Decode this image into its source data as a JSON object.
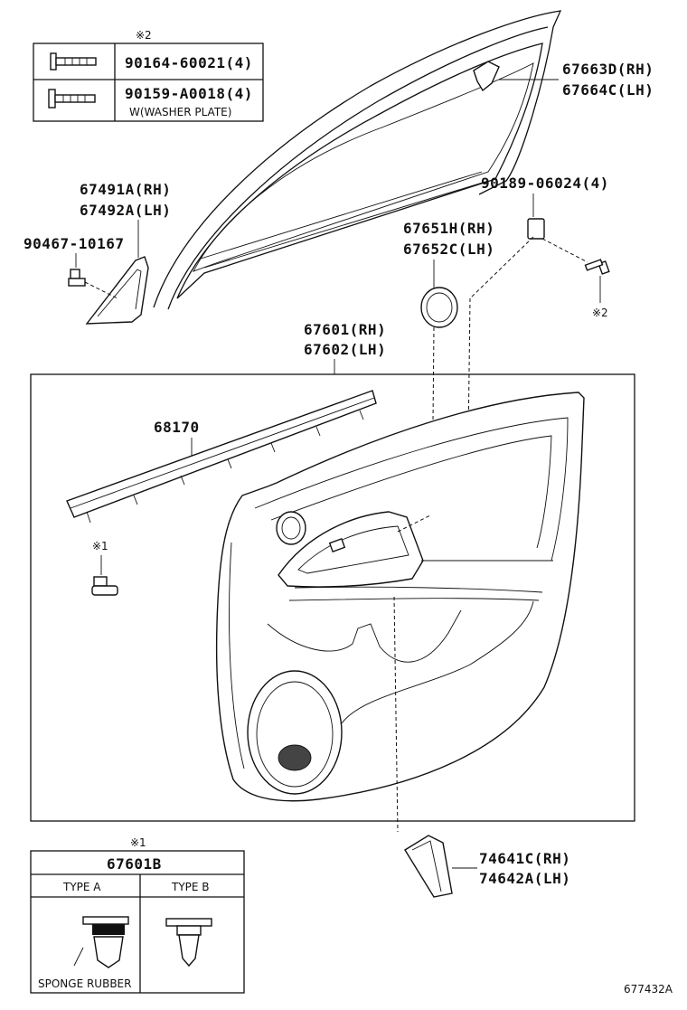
{
  "fastener_table": {
    "note_mark": "※2",
    "rows": [
      {
        "part": "90164-60021(4)",
        "note": ""
      },
      {
        "part": "90159-A0018(4)",
        "note": "W(WASHER PLATE)"
      }
    ]
  },
  "callouts": {
    "glass_run_rh": "67663D(RH)",
    "glass_run_lh": "67664C(LH)",
    "cover_rh": "67491A(RH)",
    "cover_lh": "67492A(LH)",
    "clip_90467": "90467-10167",
    "nut_90189": "90189-06024(4)",
    "speaker_rh": "67651H(RH)",
    "speaker_lh": "67652C(LH)",
    "screw_mark": "※2",
    "panel_rh": "67601(RH)",
    "panel_lh": "67602(LH)",
    "weatherstrip": "68170",
    "clip_mark": "※1",
    "lower_rh": "74641C(RH)",
    "lower_lh": "74642A(LH)"
  },
  "clip_table": {
    "note_mark": "※1",
    "part": "67601B",
    "type_a": "TYPE A",
    "type_b": "TYPE B",
    "sponge": "SPONGE RUBBER"
  },
  "diagram_id": "677432A"
}
